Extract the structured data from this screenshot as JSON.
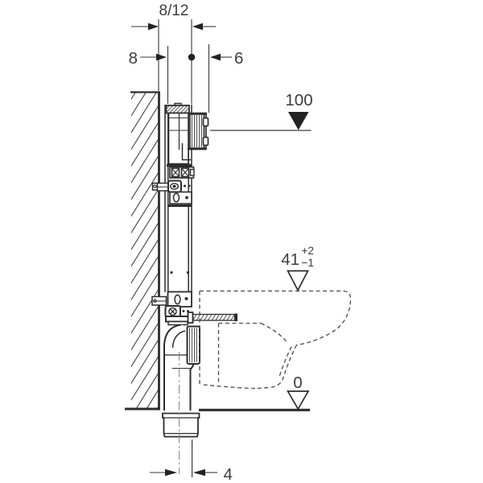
{
  "drawing": {
    "dimensions": {
      "frame_depth": "8/12",
      "wall_offset": "8",
      "front_offset": "6",
      "outlet_offset": "4"
    },
    "levels": {
      "actuator_height": "100",
      "rim_height": "41",
      "rim_tol_plus": "+2",
      "rim_tol_minus": "−1",
      "floor": "0"
    },
    "icons": {
      "level_marker_filled": "filled-triangle",
      "level_marker_open": "open-triangle",
      "dimension_arrow": "solid-arrowhead",
      "reference_dot": "filled-circle"
    },
    "colors": {
      "line": "#2d2d2d",
      "text": "#3d3d3d",
      "dashed_outline": "#4a4a4a",
      "centerline": "#8c8c8c",
      "background": "#ffffff"
    }
  }
}
